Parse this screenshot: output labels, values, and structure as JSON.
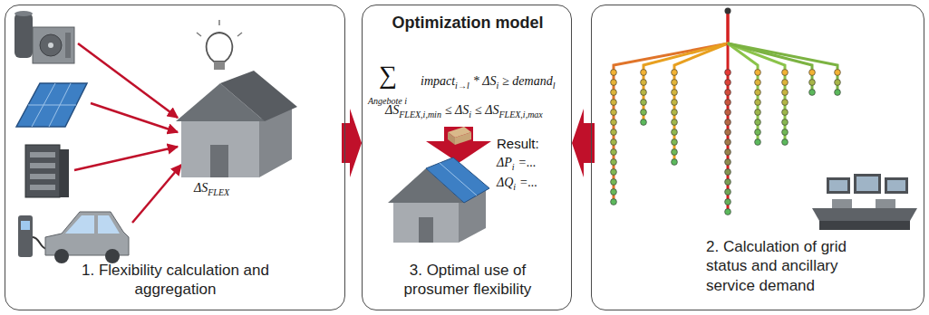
{
  "diagram": {
    "nodes": [
      {
        "text": [
          "1. Flexibility calculation and aggregation"
        ]
      },
      {
        "text": [
          "Optimization model",
          "3. Optimal use of prosumer flexibility"
        ]
      },
      {
        "text": [
          "2. Calculation of grid status and ancillary service demand"
        ]
      }
    ],
    "edges": [
      {
        "from": 0,
        "to": 1,
        "arrow": "to"
      },
      {
        "from": 2,
        "to": 1,
        "arrow": "to"
      }
    ],
    "labels": [
      "∑",
      "Angebote i",
      "impact",
      "i→l",
      "* ΔS",
      "i",
      "≥ demand",
      "l",
      "ΔS",
      "FLEX,i,min",
      "≤ ΔS",
      "i",
      "≤ ΔS",
      "FLEX,i,max",
      "Result:",
      "ΔP",
      "i",
      "=...",
      "ΔQ",
      "i",
      "=...",
      "ΔS",
      "FLEX"
    ]
  }
}
